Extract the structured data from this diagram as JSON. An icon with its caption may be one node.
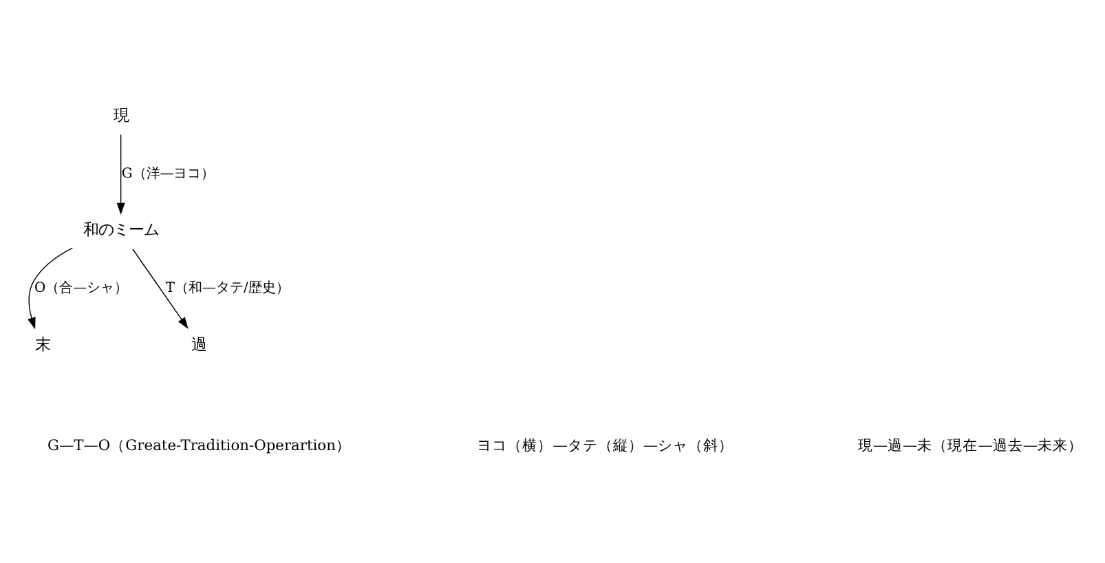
{
  "diagram": {
    "nodes": [
      {
        "text": [
          "現"
        ]
      },
      {
        "text": [
          "末"
        ]
      },
      {
        "text": [
          "和のミーム"
        ]
      },
      {
        "text": [
          "過"
        ]
      }
    ],
    "edges": [
      {
        "from": 0,
        "to": 2,
        "arrow": "to",
        "label": "G（洋—ヨコ）"
      },
      {
        "from": 2,
        "to": 1,
        "arrow": "to",
        "label": "O（合—シャ）"
      },
      {
        "from": 2,
        "to": 3,
        "arrow": "to",
        "label": "T（和—タテ/歴史）"
      }
    ],
    "labels": [
      "G—T—O（Greate-Tradition-Operartion）",
      "ヨコ（横）—タテ（縦）—シャ（斜）",
      "現—過—未（現在—過去—未来）"
    ]
  }
}
